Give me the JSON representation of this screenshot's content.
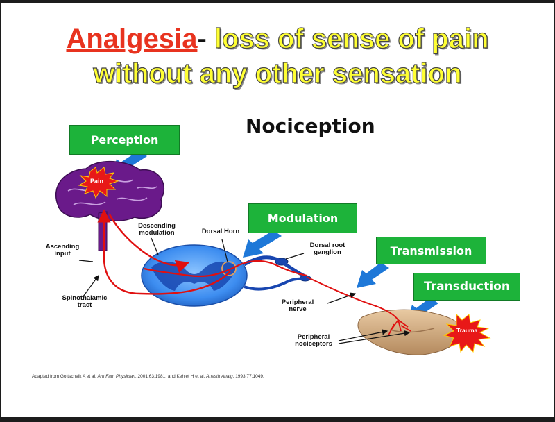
{
  "title": {
    "word": "Analgesia",
    "dash": "-",
    "definition_line1": " loss of sense of pain",
    "definition_line2": "without any other sensation"
  },
  "diagram": {
    "heading": "Nociception",
    "stages": {
      "perception": "Perception",
      "modulation": "Modulation",
      "transmission": "Transmission",
      "transduction": "Transduction"
    },
    "labels": {
      "pain": "Pain",
      "descending_modulation": "Descending modulation",
      "dorsal_horn": "Dorsal Horn",
      "ascending_input": "Ascending input",
      "dorsal_root_ganglion": "Dorsal root ganglion",
      "spinothalamic_tract": "Spinothalamic tract",
      "peripheral_nerve": "Peripheral nerve",
      "peripheral_nociceptors": "Peripheral nociceptors",
      "trauma": "Trauma"
    }
  },
  "citation": {
    "prefix": "Adapted from Gottschalk A et al. ",
    "journal1": "Am Fam Physician",
    "mid": ". 2001;63:1981, and Kehlet H et al. ",
    "journal2": "Anesth Analg",
    "suffix": ". 1993;77:1049."
  },
  "colors": {
    "title_word": "#e8331f",
    "title_definition": "#ffff33",
    "stage_box": "#1db33a",
    "arrow_blue": "#1e78d8",
    "brain": "#6a1a8a",
    "pain_burst": "#e81818",
    "nerve_red": "#e01010",
    "spinal_cord": "#3d8df0",
    "tissue": "#d9b48c"
  }
}
